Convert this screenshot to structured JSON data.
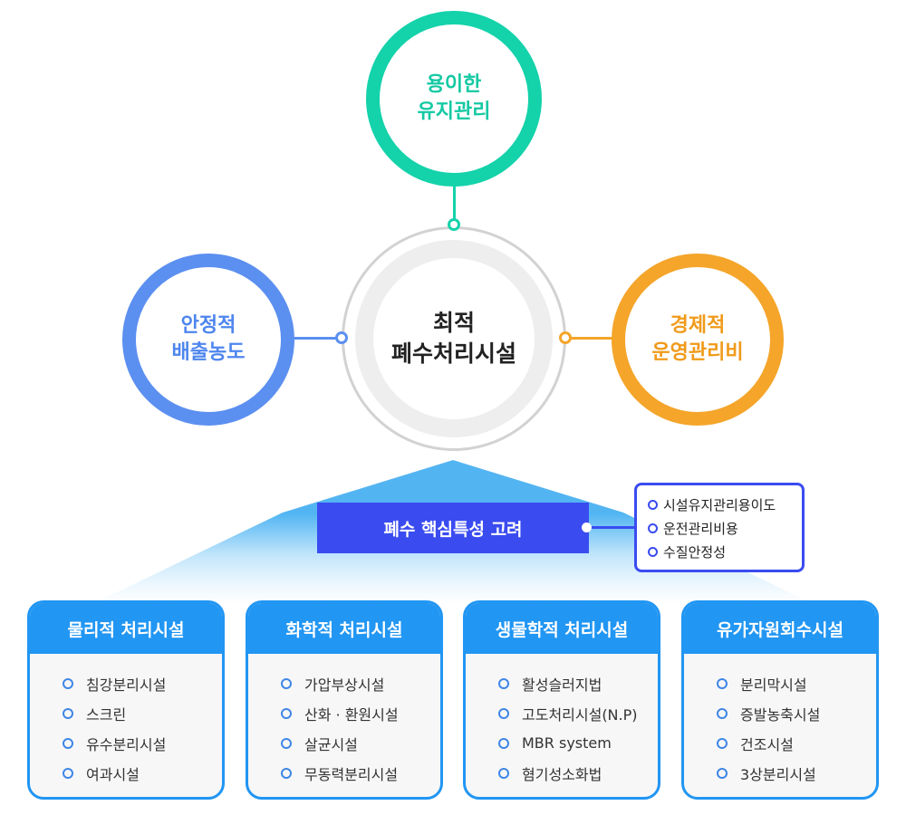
{
  "center": {
    "line1": "최적",
    "line2": "폐수처리시설"
  },
  "top_circle": {
    "line1": "용이한",
    "line2": "유지관리"
  },
  "left_circle": {
    "line1": "안정적",
    "line2": "배출농도"
  },
  "right_circle": {
    "line1": "경제적",
    "line2": "운영관리비"
  },
  "colors": {
    "teal": "#14d2aa",
    "blue": "#5b8ff0",
    "orange": "#f4a52a",
    "indigo": "#3a4cf0",
    "card_blue": "#2196f3"
  },
  "banner": {
    "label": "폐수 핵심특성 고려"
  },
  "considerations": [
    "시설유지관리용이도",
    "운전관리비용",
    "수질안정성"
  ],
  "facilities": [
    {
      "title": "물리적 처리시설",
      "items": [
        "침강분리시설",
        "스크린",
        "유수분리시설",
        "여과시설"
      ]
    },
    {
      "title": "화학적 처리시설",
      "items": [
        "가압부상시설",
        "산화 · 환원시설",
        "살균시설",
        "무동력분리시설"
      ]
    },
    {
      "title": "생물학적 처리시설",
      "items": [
        "활성슬러지법",
        "고도처리시설(N.P)",
        "MBR system",
        "혐기성소화법"
      ]
    },
    {
      "title": "유가자원회수시설",
      "items": [
        "분리막시설",
        "증발농축시설",
        "건조시설",
        "3상분리시설"
      ]
    }
  ]
}
